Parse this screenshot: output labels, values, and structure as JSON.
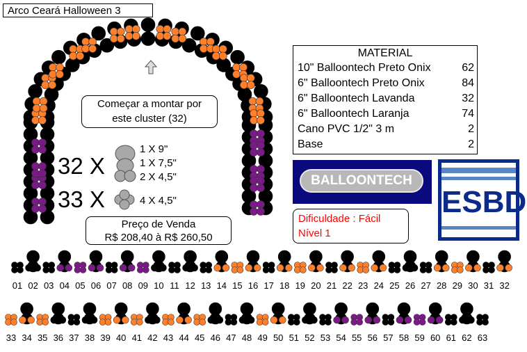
{
  "title": "Arco Ceará Halloween 3",
  "start_note": [
    "Começar a montar por",
    "este cluster (32)"
  ],
  "cluster_a": {
    "multiplier": "32 X",
    "lines": [
      "1 X 9\"",
      "1 X 7,5\"",
      "2 X 4,5\""
    ]
  },
  "cluster_b": {
    "multiplier": "33 X",
    "lines": [
      "4 X 4,5\""
    ]
  },
  "price": [
    "Preço de Venda",
    "R$ 208,40 à R$ 260,50"
  ],
  "material": {
    "header": "MATERIAL",
    "items": [
      {
        "name": "10\" Balloontech Preto Onix",
        "qty": "62"
      },
      {
        "name": "6\" Balloontech Preto Onix",
        "qty": "84"
      },
      {
        "name": "6\" Balloontech Lavanda",
        "qty": "32"
      },
      {
        "name": "6\" Balloontech Laranja",
        "qty": "74"
      },
      {
        "name": "Cano PVC 1/2\" 3 m",
        "qty": "2"
      },
      {
        "name": "Base",
        "qty": "2"
      }
    ]
  },
  "logos": {
    "balloontech": "BALLOONTECH",
    "esbd": "ESBD"
  },
  "difficulty": [
    "Dificuldade : Fácil",
    "Nível 1"
  ],
  "colors": {
    "black": "#000000",
    "orange": "#ff7f2a",
    "purple": "#7a1a86",
    "grey": "#a8a8a8",
    "red": "#ff0000",
    "navy": "#0a0a7e",
    "blue": "#0b2a8a"
  },
  "sequence_row1": {
    "labels": [
      "01",
      "02",
      "03",
      "04",
      "05",
      "06",
      "07",
      "08",
      "09",
      "10",
      "11",
      "12",
      "13",
      "14",
      "15",
      "16",
      "17",
      "18",
      "19",
      "20",
      "21",
      "22",
      "23",
      "24",
      "25",
      "26",
      "27",
      "28",
      "29",
      "30",
      "31",
      "32"
    ],
    "colors": [
      "black",
      "black",
      "black",
      "purple",
      "purple",
      "purple",
      "black",
      "purple",
      "purple",
      "black",
      "black",
      "black",
      "black",
      "orange",
      "orange",
      "orange",
      "black",
      "orange",
      "orange",
      "orange",
      "black",
      "orange",
      "orange",
      "orange",
      "black",
      "black",
      "black",
      "orange",
      "orange",
      "orange",
      "black",
      "orange"
    ]
  },
  "sequence_row2": {
    "labels": [
      "33",
      "34",
      "35",
      "36",
      "37",
      "38",
      "39",
      "40",
      "41",
      "42",
      "43",
      "44",
      "45",
      "46",
      "47",
      "48",
      "49",
      "50",
      "51",
      "52",
      "53",
      "54",
      "55",
      "56",
      "57",
      "58",
      "59",
      "60",
      "61",
      "62",
      "63"
    ],
    "colors": [
      "orange",
      "orange",
      "orange",
      "black",
      "black",
      "black",
      "orange",
      "orange",
      "orange",
      "black",
      "orange",
      "orange",
      "orange",
      "black",
      "black",
      "black",
      "orange",
      "orange",
      "black",
      "black",
      "black",
      "purple",
      "purple",
      "purple",
      "black",
      "purple",
      "purple",
      "purple",
      "black",
      "black",
      "black"
    ]
  }
}
